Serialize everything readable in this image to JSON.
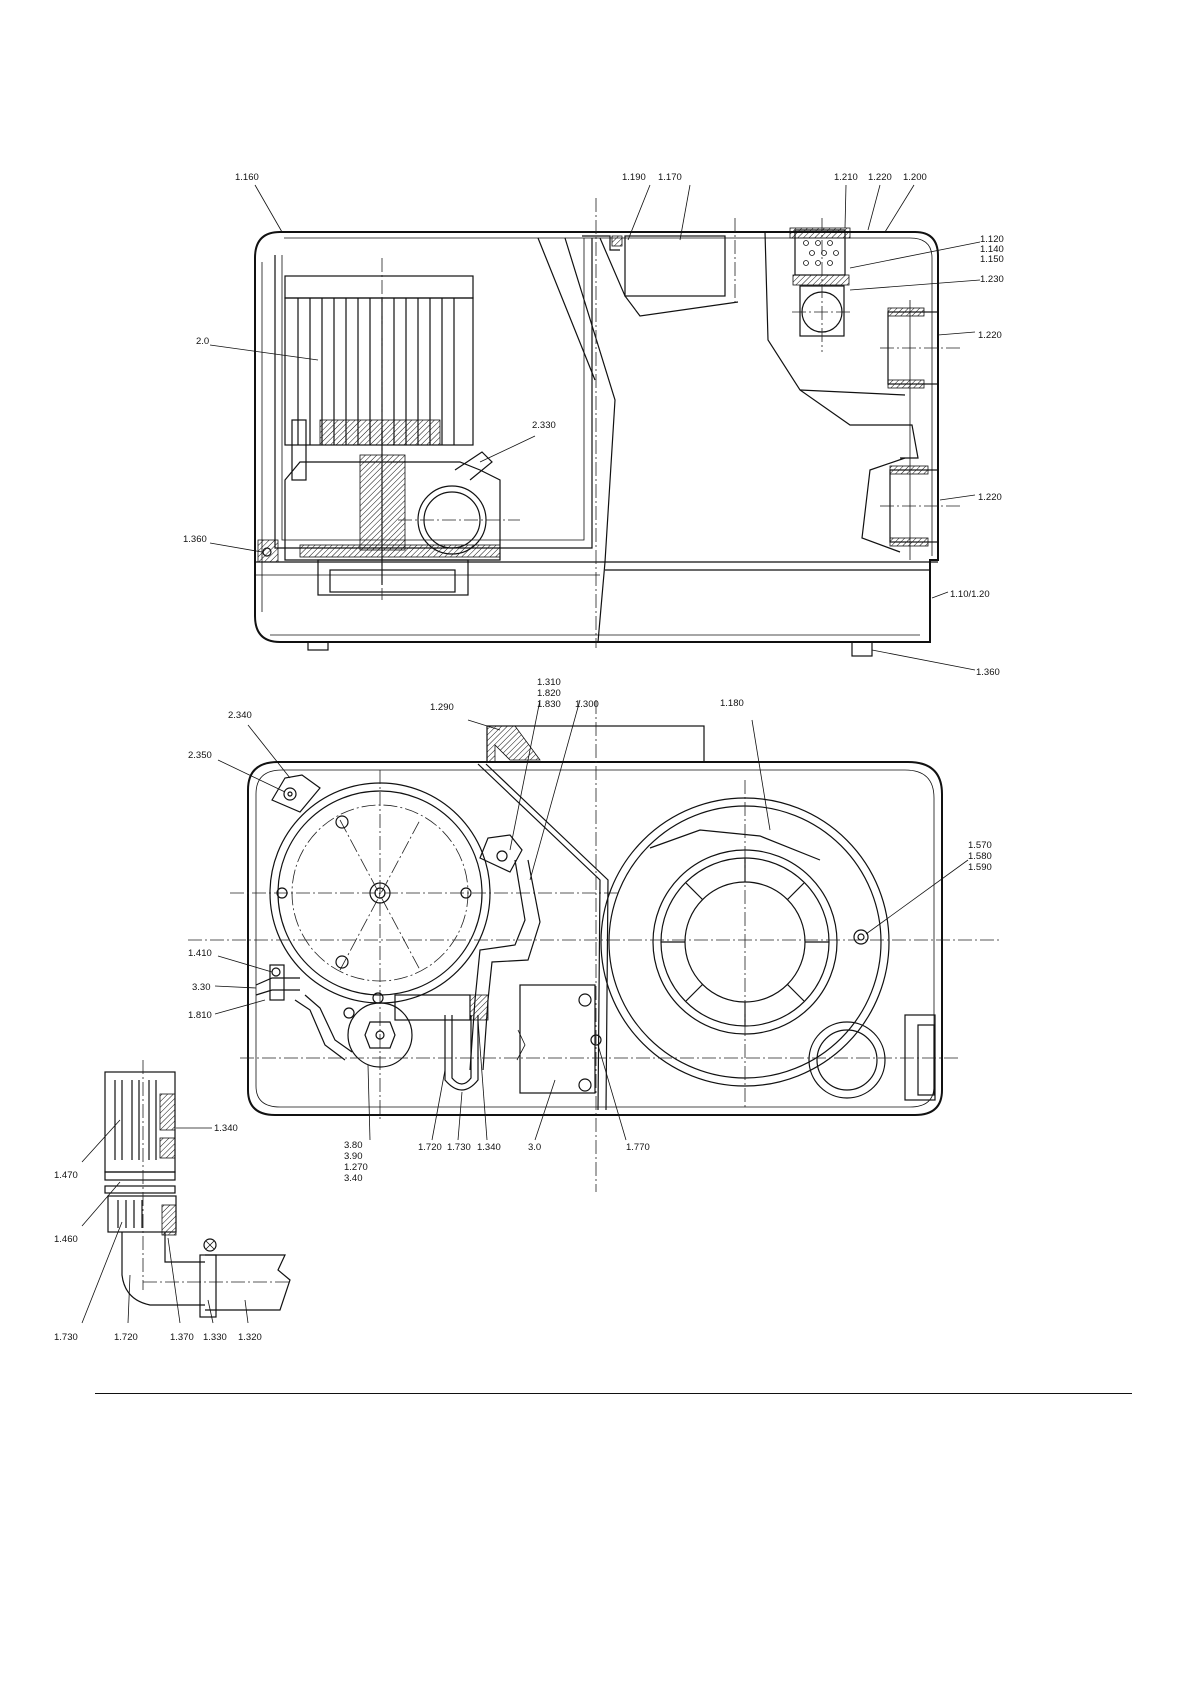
{
  "labels": {
    "top_view": {
      "l1160": "1.160",
      "l1190": "1.190",
      "l1170": "1.170",
      "l1210": "1.210",
      "l1220a": "1.220",
      "l1200": "1.200",
      "l1120": "1.120",
      "l1140": "1.140",
      "l1150": "1.150",
      "l1230": "1.230",
      "l1220b": "1.220",
      "l20": "2.0",
      "l2330": "2.330",
      "l1220c": "1.220",
      "l1360a": "1.360",
      "l110": "1.10/1.20",
      "l1360b": "1.360"
    },
    "plan_view": {
      "l1310": "1.310",
      "l1820": "1.820",
      "l1830": "1.830",
      "l1300": "1.300",
      "l1290": "1.290",
      "l1180": "1.180",
      "l2340": "2.340",
      "l2350": "2.350",
      "l1570": "1.570",
      "l1580": "1.580",
      "l1590": "1.590",
      "l1410": "1.410",
      "l330": "3.30",
      "l1810": "1.810",
      "l380": "3.80",
      "l390": "3.90",
      "l1270": "1.270",
      "l340": "3.40",
      "l1720": "1.720",
      "l1730": "1.730",
      "l1340": "1.340",
      "l30": "3.0",
      "l1770": "1.770"
    },
    "detail": {
      "l1340": "1.340",
      "l1470": "1.470",
      "l1460": "1.460",
      "l1730": "1.730",
      "l1720": "1.720",
      "l1370": "1.370",
      "l1330": "1.330",
      "l1320": "1.320"
    }
  }
}
